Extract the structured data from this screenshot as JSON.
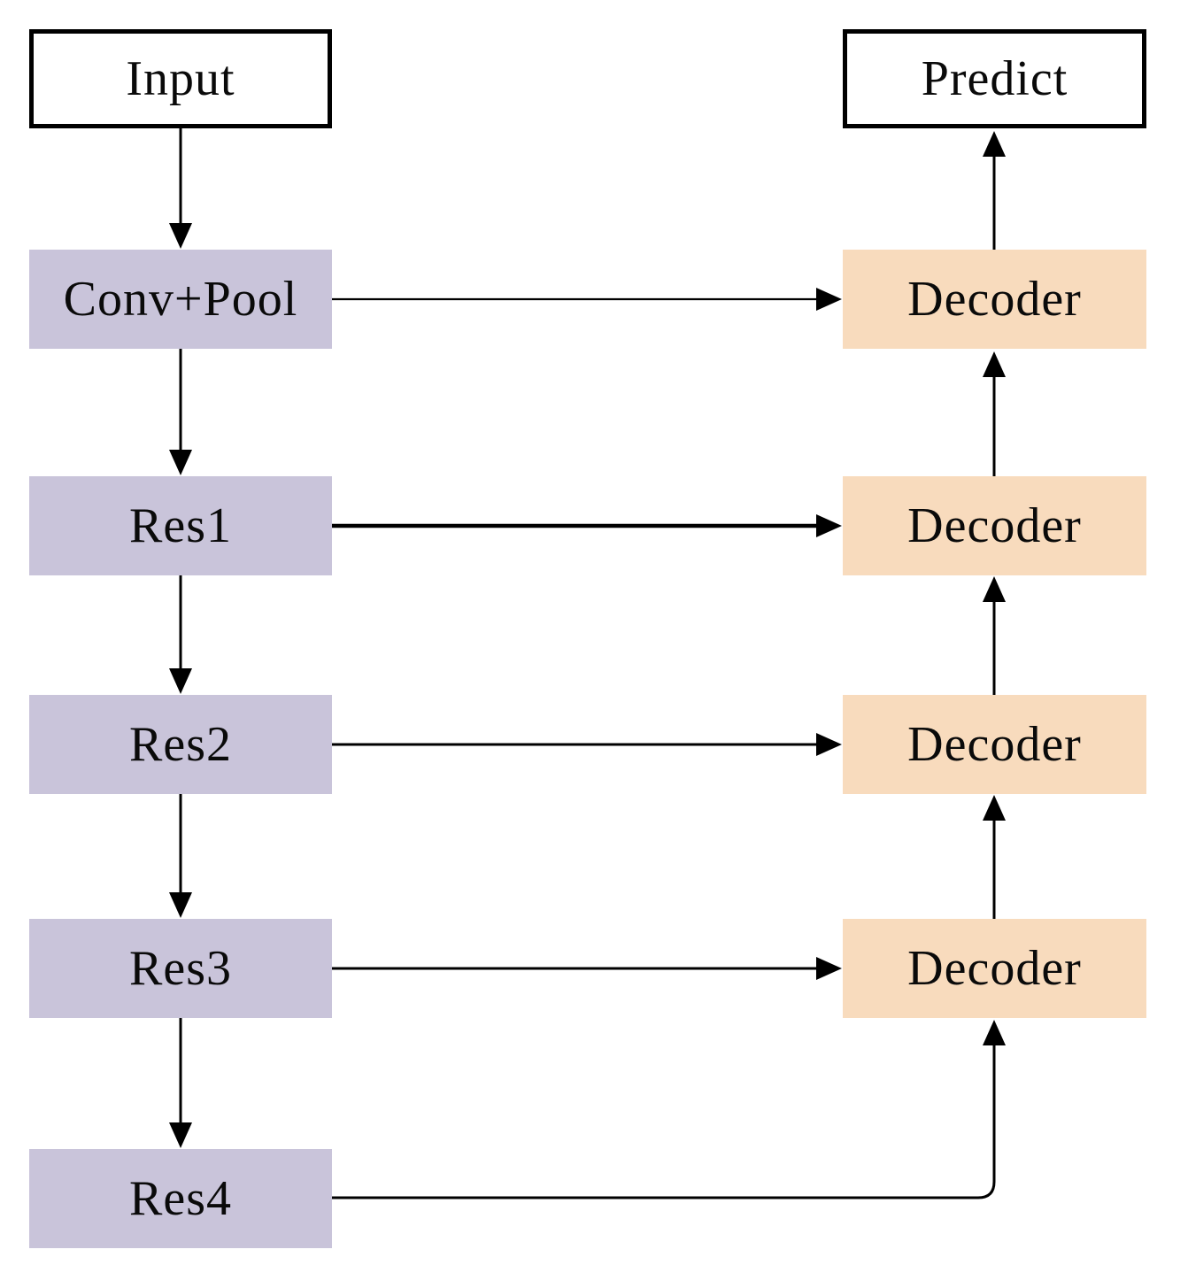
{
  "diagram": {
    "nodes": {
      "input": {
        "label": "Input",
        "role": "input"
      },
      "conv_pool": {
        "label": "Conv+Pool",
        "role": "encoder-stage"
      },
      "res1": {
        "label": "Res1",
        "role": "encoder-stage"
      },
      "res2": {
        "label": "Res2",
        "role": "encoder-stage"
      },
      "res3": {
        "label": "Res3",
        "role": "encoder-stage"
      },
      "res4": {
        "label": "Res4",
        "role": "encoder-stage"
      },
      "decoder1": {
        "label": "Decoder",
        "role": "decoder-stage"
      },
      "decoder2": {
        "label": "Decoder",
        "role": "decoder-stage"
      },
      "decoder3": {
        "label": "Decoder",
        "role": "decoder-stage"
      },
      "decoder4": {
        "label": "Decoder",
        "role": "decoder-stage"
      },
      "predict": {
        "label": "Predict",
        "role": "output"
      }
    },
    "edges": [
      {
        "from": "input",
        "to": "conv_pool",
        "direction": "down"
      },
      {
        "from": "conv_pool",
        "to": "res1",
        "direction": "down"
      },
      {
        "from": "res1",
        "to": "res2",
        "direction": "down"
      },
      {
        "from": "res2",
        "to": "res3",
        "direction": "down"
      },
      {
        "from": "res3",
        "to": "res4",
        "direction": "down"
      },
      {
        "from": "conv_pool",
        "to": "decoder1",
        "direction": "right"
      },
      {
        "from": "res1",
        "to": "decoder2",
        "direction": "right"
      },
      {
        "from": "res2",
        "to": "decoder3",
        "direction": "right"
      },
      {
        "from": "res3",
        "to": "decoder4",
        "direction": "right"
      },
      {
        "from": "res4",
        "to": "decoder4",
        "direction": "right-then-up"
      },
      {
        "from": "decoder4",
        "to": "decoder3",
        "direction": "up"
      },
      {
        "from": "decoder3",
        "to": "decoder2",
        "direction": "up"
      },
      {
        "from": "decoder2",
        "to": "decoder1",
        "direction": "up"
      },
      {
        "from": "decoder1",
        "to": "predict",
        "direction": "up"
      }
    ]
  },
  "colors": {
    "background": "#FFFFFF",
    "encoder_fill": "#C9C4DA",
    "decoder_fill": "#F8DBBD",
    "io_fill": "#FFFFFF",
    "io_border": "#000000",
    "line": "#000000",
    "text": "#0A0A0A"
  }
}
